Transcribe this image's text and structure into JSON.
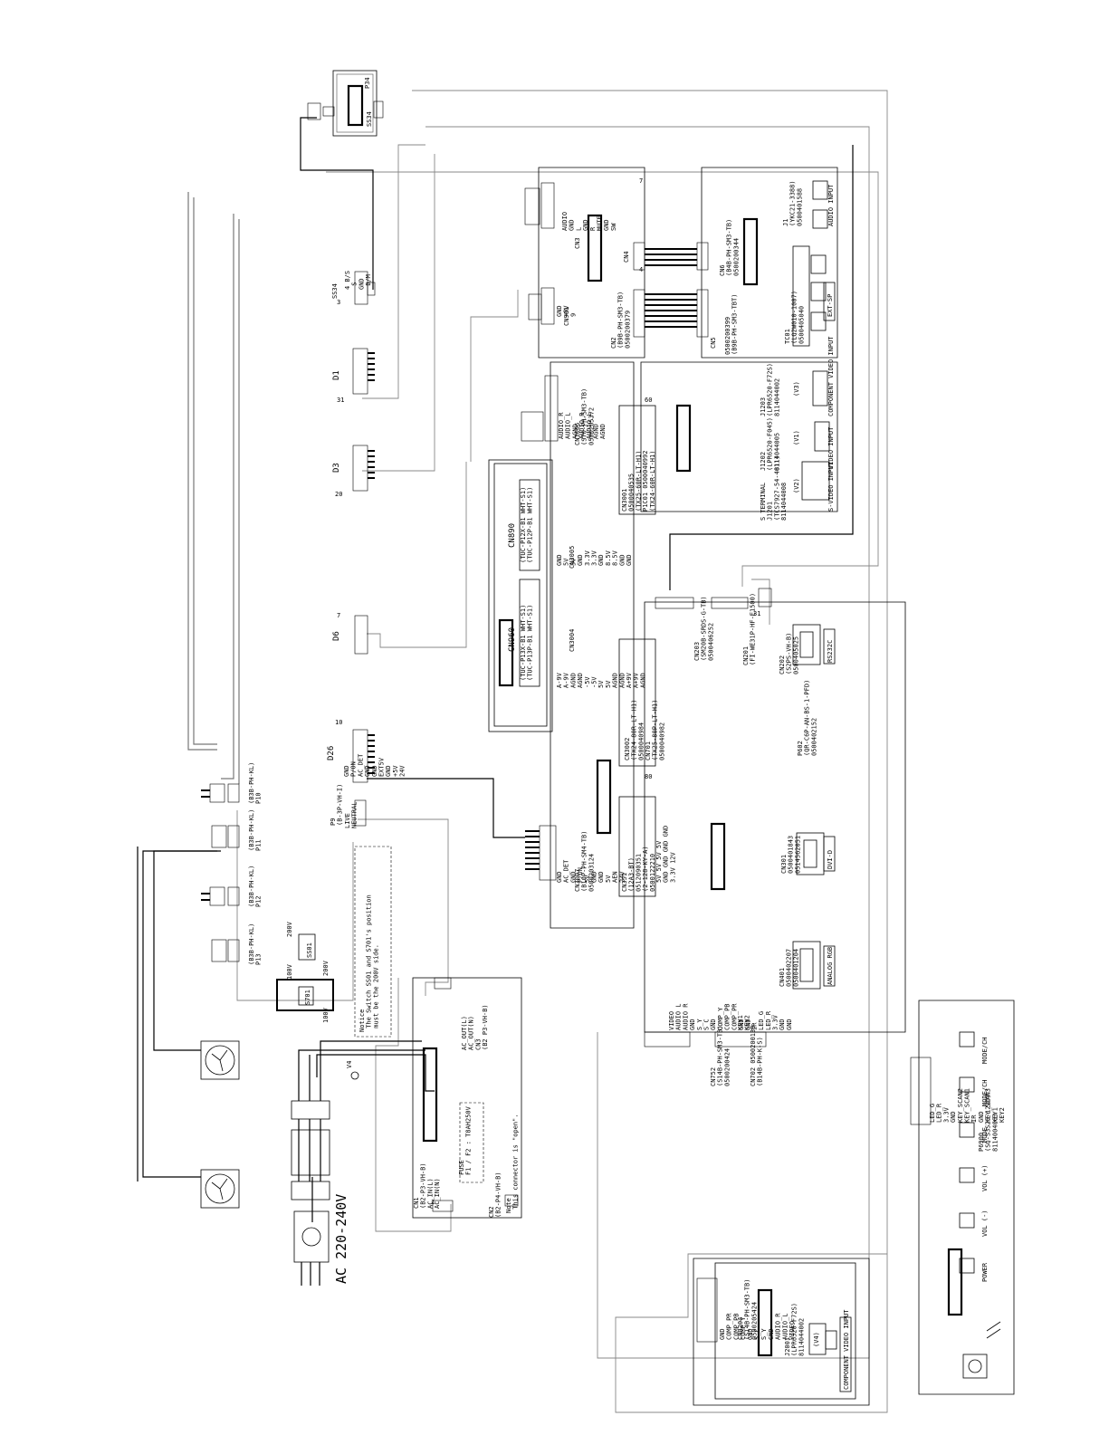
{
  "labels": {
    "ss34_top": "SS34",
    "ss34_box": "SS34",
    "p34": "P34",
    "ss34_pins": "4 B/S\n  S\nGND\n B/M",
    "d1": "D1",
    "d3": "D3",
    "d6": "D6",
    "d26": "D26",
    "d26_pins": "GND\nP/ON\nAC_DET\nGND\nGND\nEXT5V\nGND\n+5V\n24V",
    "p9": "P9\n(B-3P-VH-I)",
    "p9_pins": "LIVE\nNEUTRAL",
    "p10": "(B3B-PH-KL)\nP10",
    "p11": "(B3B-PH-KL)\nP11",
    "p12": "(B3B-PH-KL)\nP12",
    "p13": "(B3B-PH-KL)\nP13",
    "ss01": "SS01",
    "s701": "S701",
    "v100": "100V",
    "v200": "200V",
    "v100b": "100V",
    "v200b": "200V",
    "notice": "Notice\n The Switch SS01 and S701's position\n must be the 200V side.",
    "cn3_ps": "AC_OUT(L)\nAC_OUT(N)\nCN3\n(B2 P3-VH-B)",
    "cn1": "CN1\n(B2-P3-VH-B)\nAC_IN(L)\nAC_IN(N)",
    "fuse": "FUSE\nF1 / F2 :   T8AH250V",
    "cn2": "CN2\n(B2-P4-VH-B)",
    "cn2_note": "Note\n This connector is \"open\".",
    "ac_input": "AC 220-240V",
    "v4": "V4",
    "cn3007": "CN3007\n(B10P-PH-SM4-TB)\n0500203124",
    "cn3007_pins": "GND\nAC_DET\nGND\nP/ON\n5V\nGND\nGND\n5V\nAEN\n24V",
    "cn351": "CN351\n(12A3-BT)\n0512090351\n(2-128-KY-A)\n0500122210",
    "cn351_pins": "5V 5V 5V 5V\nGND GND GND GND\n3.3V 12V",
    "cn3002": "CN3002\n(TX24-80R-LT-H1)\n0500040984",
    "cn701": "CN701\n(TX25-80P-LT-H1)\n0500040982",
    "cn203": "CN203\n(SM20B-SRDS-G-TB)\n0500406252",
    "cn201": "CN201\n(FI-WE31P-HF-E1500)",
    "cn202": "CN202\n(S2PS-VH-B)\n0500405025",
    "rs232": "RS232C",
    "p602": "P602\n(QR-C6P-AN-BS-1-PFD)\n0500402152",
    "cn301": "CN301\n0500401843\n0514562051",
    "dvi_d": "DVI-D",
    "cn401": "CN401\n0500402207\n0500401204",
    "analog_rgb": "ANALOG RGB",
    "cn752": "CN752\n(S14B-PH-SM3-TB)\n0500200424",
    "cn752_pins": "VIDEO\nAUDIO L\nAUDIO R\nGND\nS_Y\nS_C\nGND\nCOMP_Y\nCOMP_PB\nCOMP_PR\nGND\nGND",
    "cn702": "CN702 0500200139\n(B14B-PH-K-S)",
    "cn702_pins": "KEY1\nKEY2\nIR\nLED_G\nLED_R\n3.3V\nGND\nGND",
    "cn3005": "CN3005",
    "cn3004": "CN3004",
    "cn890": "CN890",
    "cn890_pins": "(TUC-P12X-B1 WHT-S1)\n(TUC-P12P-B1 WHT-S1)",
    "cn960": "CN960",
    "cn960_pins": "(TUC-P13X-B1 WHT-S1)\n(TUC-P13P-B1 WHT-S1)",
    "cn3005_pins": "GND\n5V\n5V\nGND\n3.3V\n3.3V\nGND\n8.5V\n8.5V\nGND\nGND",
    "cn3004_pins": "A-9V\nA-9V\nAGND\nAGND\n-5V\n-5V\n5V\n5V\nAGND\nAGND\nA+9V\nA+9V\nAGND",
    "cn3006": "CN3006\n(S70-PH-SM3-TB)\n0500205372",
    "cn3006_pins": "AUDIO_R\nAUDIO_L\nAGND\nAUDIO_R\nAUDIO_L\nAGND\nAGND",
    "cn3001": "CN3001\n0500040535\n(TX25-60R-LT-H1)\nP1C01 0500040992\n(TX24-60R-LT-H1)",
    "cn901": "CN901",
    "cn901_pins": "GND\n+9V\n9",
    "cn2_audio": "CN2\n(B9B-PH-SM3-TB)\n0500200379",
    "cn3_audio": "CN3",
    "cn3_audio_pins": "AUDIO\nGND\nL\nGND\nR\nMUTE\nGND\nSW",
    "cn4": "CN4",
    "cn5": "CN5",
    "cn6": "CN6\n(B4B-PH-SM3-TB)\n0500200344",
    "tc01": "TC01\n(LQ2W010-1007)\n0500405040",
    "ext_sp": "EXT-SP",
    "j1": "J1\n(YKC21-3388)\n0500401588",
    "audio_input": "AUDIO INPUT",
    "cn_09b": "0500200399\n(B9B-PH-SM3-TBT)",
    "j1203": "J1203\n(LPR6520-F72S)\n8114044002",
    "component_video": "COMPONENT VIDEO INPUT",
    "j1202": "J1202\n(LPR6520-F045)\n8114044005",
    "video_input": "VIDEO INPUT",
    "v1": "(V1)",
    "v3": "(V3)",
    "v2": "(V2)",
    "s_terminal": "S TERMINAL\nJ1201\n(TCS7927-54-4011)\n8114044008",
    "s_video": "S-VIDEO INPUT",
    "cn9204": "CN9204\n(S14B-PH-SM3-TB)\n0500205424",
    "cn9204_pins": "GND\nCOMP_PR\nCOMP_PB\nCOMP_Y\nGND\nS_C\nS_Y\nGND\nAUDIO_R\nAUDIO_L\nVIDEO",
    "j2001": "J2001\n(LPR6520-F72S)\n8114044002",
    "v4b": "(V4)",
    "component_video2": "COMPONENT VIDEO INPUT",
    "p6900": "P6900\n(SQ-S3S25-1210)\n8114004063",
    "p6900_pins": "LED_G\nLED_R\n3.3V\nGND\nKEY_SCAN2\nKEY_SCAN1\nIR\nGND\nKEY_SCAN3\nKEY1\nKEY2",
    "btn_power": "POWER",
    "btn_vol_dn": "VOL (-)",
    "btn_vol_up": "VOL (+)",
    "btn_ch_dn": "MODE",
    "btn_ch_up": "MODE/CH",
    "btn_mode": "MODE/CH",
    "pin_1a": "1",
    "pin_3a": "3",
    "pin_7a": "7",
    "pin_10a": "10",
    "pin_20a": "20",
    "pin_31a": "31",
    "pin_60a": "60",
    "pin_80a": "80",
    "pin_9a": "9",
    "pin_4a": "4"
  },
  "colors": {
    "line": "#000000",
    "grey_wire": "#888888",
    "background": "#ffffff"
  },
  "icons": [
    "fan-icon",
    "fan-icon",
    "ground-icon",
    "power-plug-icon",
    "led-icon"
  ]
}
